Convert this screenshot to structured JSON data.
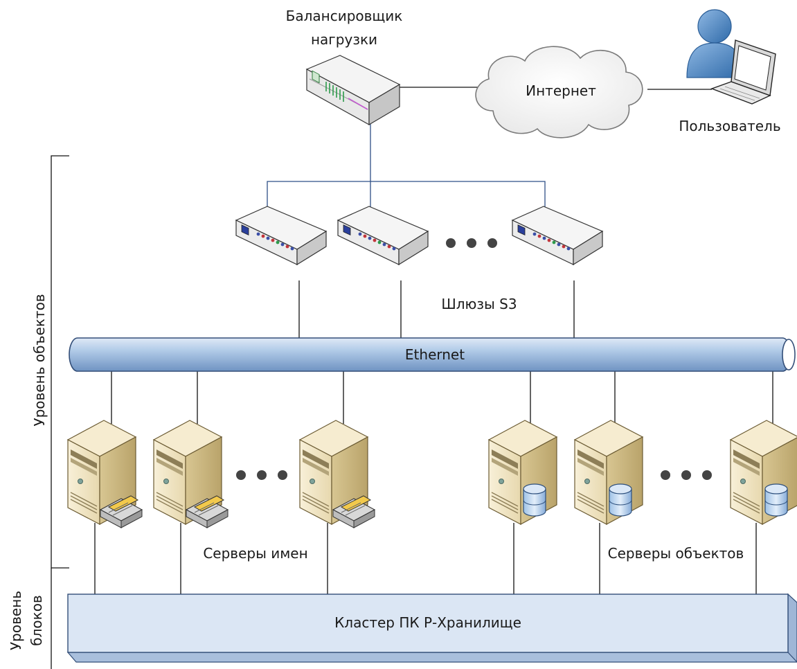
{
  "load_balancer": {
    "label_line1": "Балансировщик",
    "label_line2": "нагрузки"
  },
  "internet": {
    "label": "Интернет"
  },
  "user": {
    "label": "Пользователь"
  },
  "gateways": {
    "label": "Шлюзы S3"
  },
  "network": {
    "label": "Ethernet"
  },
  "name_servers": {
    "label": "Серверы имен"
  },
  "object_servers": {
    "label": "Серверы объектов"
  },
  "cluster": {
    "label": "Кластер ПК Р-Хранилище"
  },
  "levels": {
    "object_level": "Уровень объектов",
    "block_level_line1": "Уровень",
    "block_level_line2": "блоков"
  },
  "colors": {
    "ethernet_fill": "#a9c4e4",
    "cluster_fill": "#dbe6f4",
    "server_body": "#efe4c2",
    "cloud_fill": "#f4f4f4",
    "user_blue": "#4a86c5"
  },
  "icons": [
    "load-balancer-icon",
    "cloud-icon",
    "user-icon",
    "laptop-icon",
    "gateway-icon",
    "server-icon",
    "printer-tray-icon",
    "database-icon",
    "ellipsis-icon"
  ]
}
